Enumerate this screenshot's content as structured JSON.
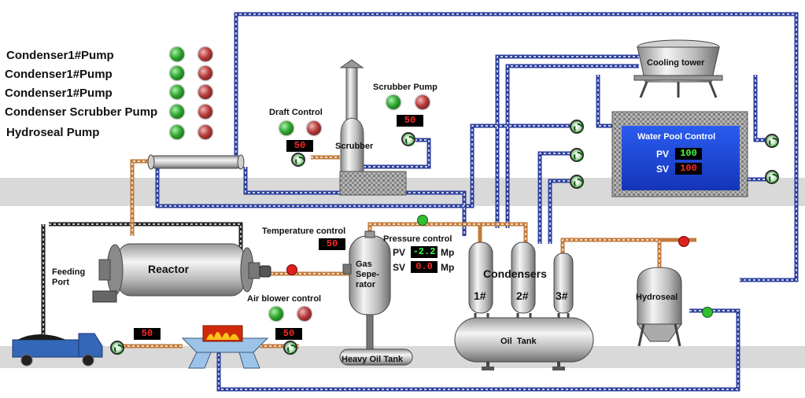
{
  "pump_panel": {
    "items": [
      {
        "label": "Condenser1#Pump"
      },
      {
        "label": "Condenser1#Pump"
      },
      {
        "label": "Condenser1#Pump"
      },
      {
        "label": "Condenser Scrubber Pump"
      },
      {
        "label": "Hydroseal Pump"
      }
    ]
  },
  "draft_control": {
    "label": "Draft Control",
    "value": "50"
  },
  "scrubber": {
    "label": "Scrubber"
  },
  "scrubber_pump": {
    "label": "Scrubber Pump",
    "value": "50"
  },
  "cooling_tower": {
    "label": "Cooling tower"
  },
  "water_pool": {
    "label": "Water Pool Control",
    "pv_label": "PV",
    "pv_value": "100",
    "sv_label": "SV",
    "sv_value": "100"
  },
  "temperature_control": {
    "label": "Temperature control",
    "value": "50"
  },
  "pressure_control": {
    "label": "Pressure control",
    "pv_label": "PV",
    "pv_value": "-2.2",
    "sv_label": "SV",
    "sv_value": "0.0",
    "unit": "Mp"
  },
  "reactor": {
    "label": "Reactor"
  },
  "feeding_port": {
    "label": "Feeding\nPort"
  },
  "air_blower": {
    "label": "Air blower control",
    "value_left": "50",
    "value_right": "50"
  },
  "gas_separator": {
    "label": "Gas\nSepe-\nrator"
  },
  "heavy_oil_tank": {
    "label": "Heavy Oil Tank"
  },
  "condensers": {
    "label": "Condensers",
    "c1": "1#",
    "c2": "2#",
    "c3": "3#"
  },
  "oil_tank": {
    "label": "Oil  Tank"
  },
  "hydroseal": {
    "label": "Hydroseal"
  },
  "colors": {
    "pipe_blue": "#2b3f9e",
    "pipe_orange": "#c27a3a",
    "pool_blue": "#1a45d8",
    "led_green": "#2fa52f",
    "led_red": "#b53b3b"
  }
}
